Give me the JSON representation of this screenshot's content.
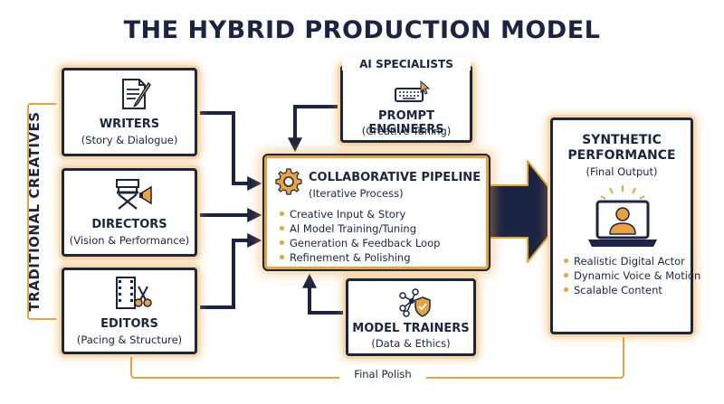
{
  "title": "THE HYBRID PRODUCTION MODEL",
  "traditional": {
    "label": "TRADITIONAL CREATIVES",
    "writers": {
      "name": "WRITERS",
      "sub": "(Story & Dialogue)"
    },
    "directors": {
      "name": "DIRECTORS",
      "sub": "(Vision & Performance)"
    },
    "editors": {
      "name": "EDITORS",
      "sub": "(Pacing & Structure)"
    }
  },
  "ai_specialists": {
    "label": "AI SPECIALISTS",
    "prompt_engineers": {
      "name": "PROMPT ENGINEERS",
      "sub": "(Creative Tuning)"
    },
    "model_trainers": {
      "name": "MODEL TRAINERS",
      "sub": "(Data & Ethics)"
    }
  },
  "pipeline": {
    "name": "COLLABORATIVE PIPELINE",
    "sub": "(Iterative Process)",
    "items": [
      "Creative Input & Story",
      "AI Model Training/Tuning",
      "Generation & Feedback Loop",
      "Refinement & Polishing"
    ]
  },
  "output": {
    "name_line1": "SYNTHETIC",
    "name_line2": "PERFORMANCE",
    "sub": "(Final Output)",
    "items": [
      "Realistic Digital Actor",
      "Dynamic Voice & Motion",
      "Scalable Content"
    ]
  },
  "loop_label": "Final Polish",
  "colors": {
    "navy": "#1b2543",
    "gold": "#e8a33d",
    "glow": "#f6d9a6"
  },
  "icons": {
    "writers": "document-pen-icon",
    "directors": "director-chair-megaphone-icon",
    "editors": "film-scissors-icon",
    "prompt_engineers": "keyboard-cursor-icon",
    "model_trainers": "network-shield-icon",
    "pipeline": "gear-icon",
    "output": "laptop-avatar-icon"
  }
}
